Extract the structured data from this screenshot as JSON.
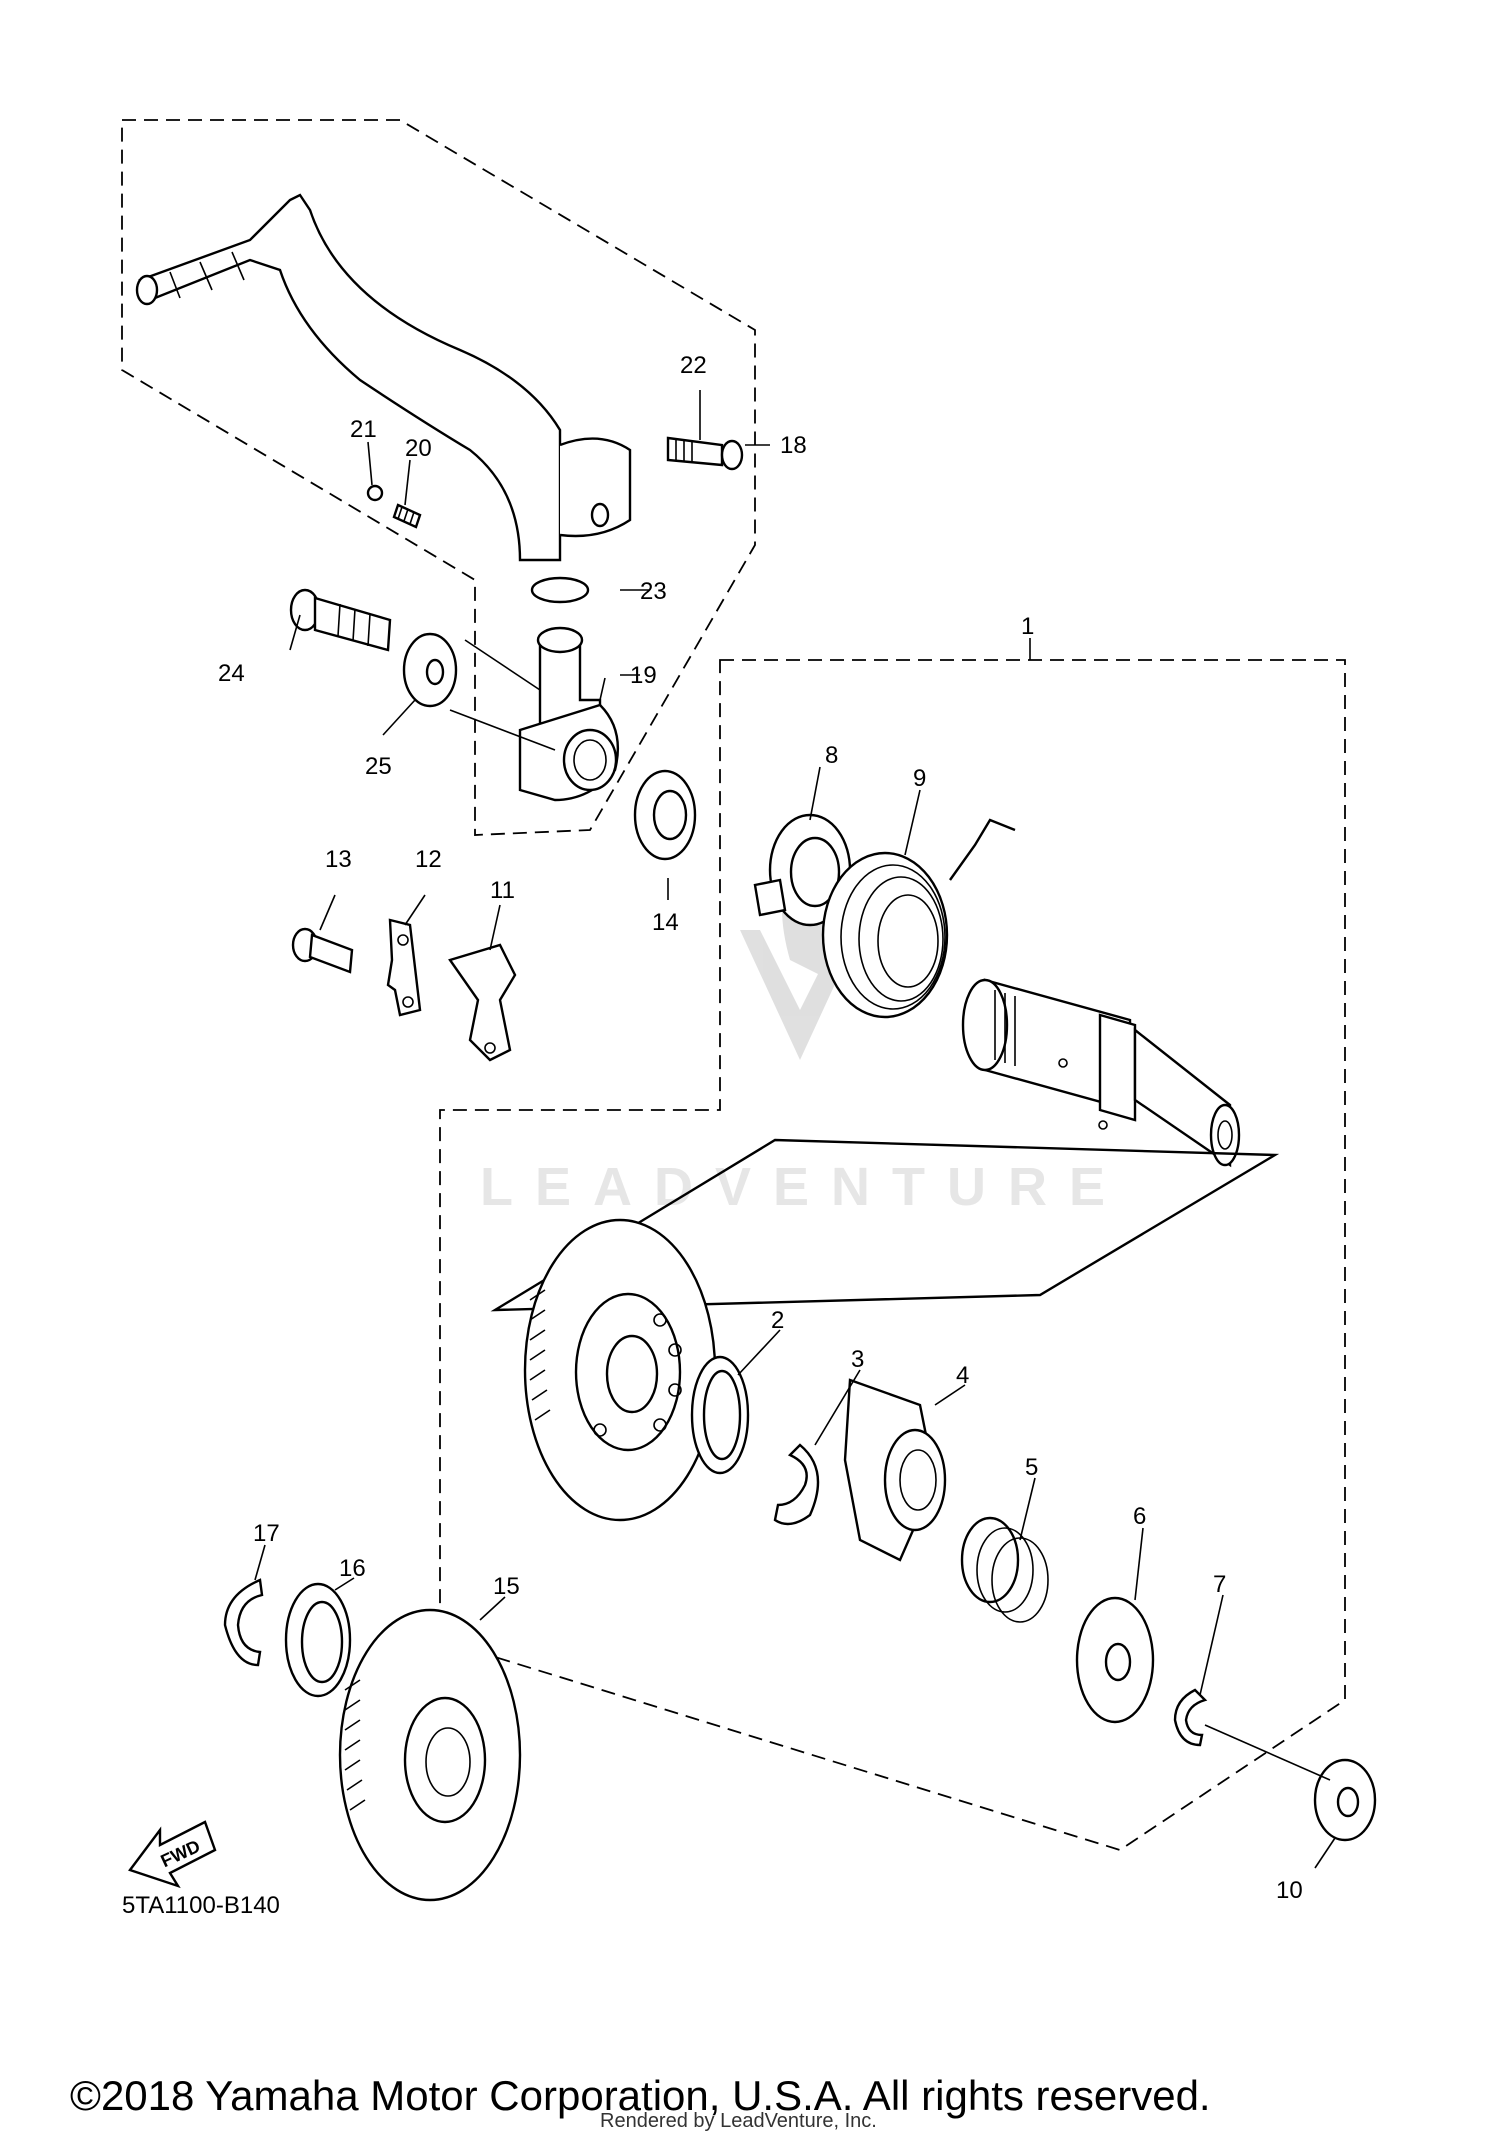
{
  "callouts": [
    {
      "id": "c1",
      "label": "1"
    },
    {
      "id": "c2",
      "label": "2"
    },
    {
      "id": "c3",
      "label": "3"
    },
    {
      "id": "c4",
      "label": "4"
    },
    {
      "id": "c5",
      "label": "5"
    },
    {
      "id": "c6",
      "label": "6"
    },
    {
      "id": "c7",
      "label": "7"
    },
    {
      "id": "c8",
      "label": "8"
    },
    {
      "id": "c9",
      "label": "9"
    },
    {
      "id": "c10",
      "label": "10"
    },
    {
      "id": "c11",
      "label": "11"
    },
    {
      "id": "c12",
      "label": "12"
    },
    {
      "id": "c13",
      "label": "13"
    },
    {
      "id": "c14",
      "label": "14"
    },
    {
      "id": "c15",
      "label": "15"
    },
    {
      "id": "c16",
      "label": "16"
    },
    {
      "id": "c17",
      "label": "17"
    },
    {
      "id": "c18",
      "label": "18"
    },
    {
      "id": "c19",
      "label": "19"
    },
    {
      "id": "c20",
      "label": "20"
    },
    {
      "id": "c21",
      "label": "21"
    },
    {
      "id": "c22",
      "label": "22"
    },
    {
      "id": "c23",
      "label": "23"
    },
    {
      "id": "c24",
      "label": "24"
    },
    {
      "id": "c25",
      "label": "25"
    }
  ],
  "fwd_label": "FWD",
  "diagram_code": "5TA1100-B140",
  "watermark": "LEADVENTURE",
  "copyright": "©2018 Yamaha Motor Corporation, U.S.A. All rights reserved.",
  "credit": "Rendered by LeadVenture, Inc."
}
